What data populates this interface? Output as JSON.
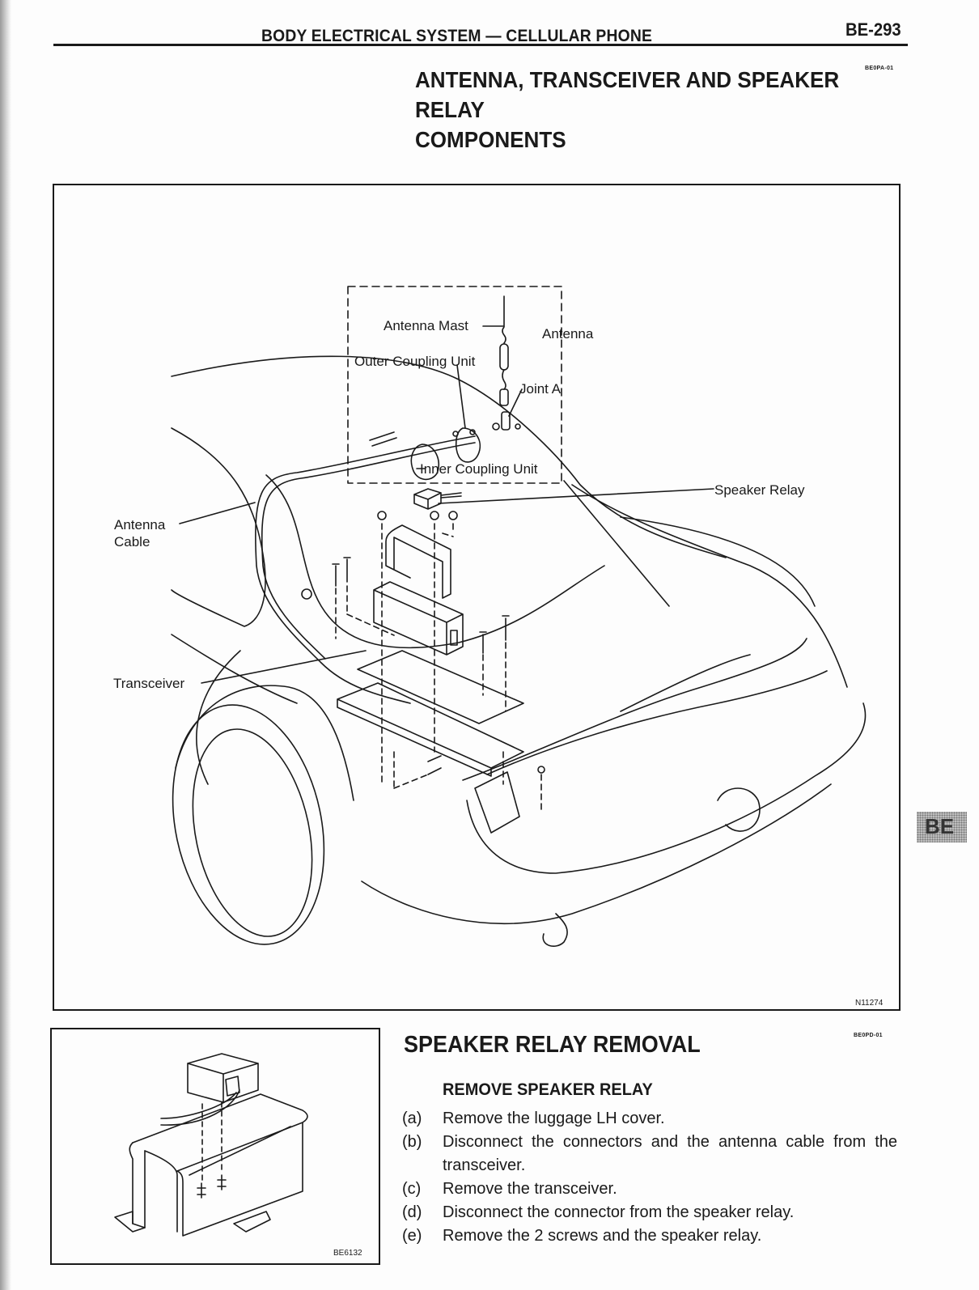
{
  "header": {
    "running_head": "BODY ELECTRICAL SYSTEM — CELLULAR PHONE",
    "page_number": "BE-293"
  },
  "section": {
    "title_line1": "ANTENNA, TRANSCEIVER AND SPEAKER",
    "title_line2": "RELAY",
    "title_line3": "COMPONENTS",
    "ref_code": "BE0PA-01"
  },
  "figure_main": {
    "labels": {
      "antenna_mast": "Antenna Mast",
      "antenna": "Antenna",
      "outer_coupling_unit": "Outer Coupling Unit",
      "joint_a": "Joint A",
      "inner_coupling_unit": "Inner Coupling Unit",
      "speaker_relay": "Speaker Relay",
      "antenna_cable_line1": "Antenna",
      "antenna_cable_line2": "Cable",
      "transceiver": "Transceiver"
    },
    "figure_id": "N11274"
  },
  "side_tab": {
    "label": "BE"
  },
  "removal": {
    "title": "SPEAKER RELAY REMOVAL",
    "ref_code": "BE0PD-01",
    "subtitle": "REMOVE SPEAKER RELAY",
    "steps": [
      {
        "mark": "(a)",
        "text": "Remove the luggage LH cover."
      },
      {
        "mark": "(b)",
        "text": "Disconnect the connectors and the antenna cable from the transceiver."
      },
      {
        "mark": "(c)",
        "text": "Remove the transceiver."
      },
      {
        "mark": "(d)",
        "text": "Disconnect the connector from the speaker relay."
      },
      {
        "mark": "(e)",
        "text": "Remove the 2 screws and the speaker relay."
      }
    ]
  },
  "figure_small": {
    "figure_id": "BE6132"
  }
}
